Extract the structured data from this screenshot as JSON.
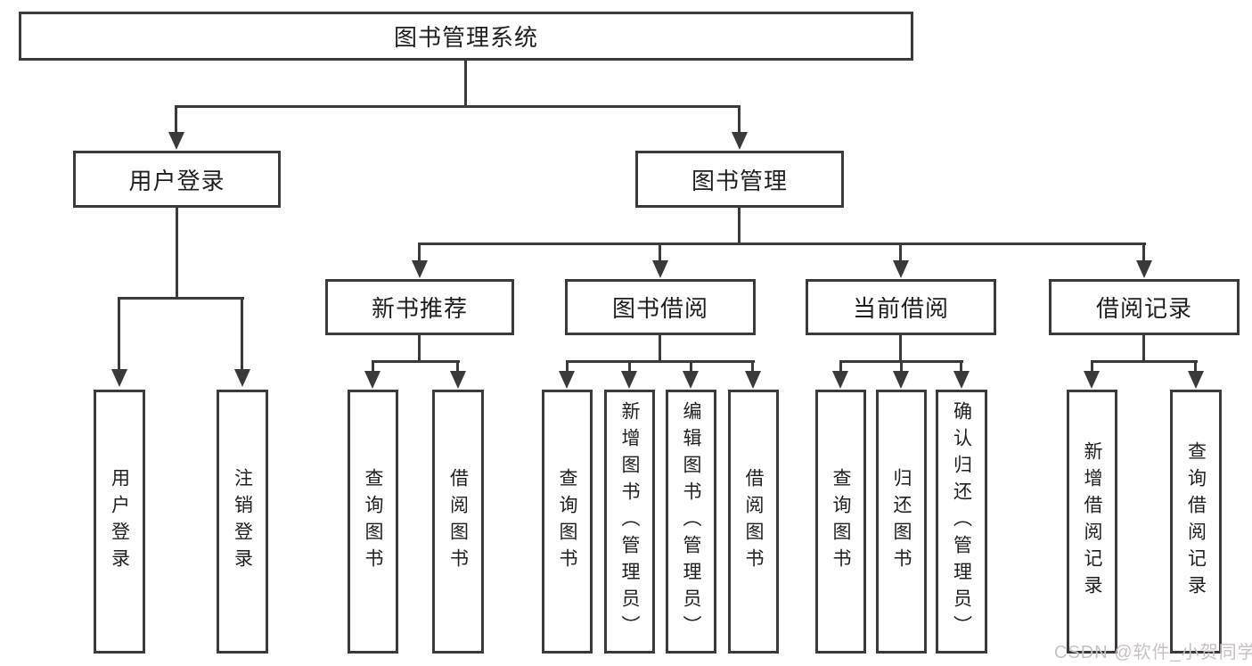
{
  "diagram": {
    "type": "tree",
    "title": "图书管理系统",
    "root": {
      "label": "图书管理系统"
    },
    "level2": [
      {
        "label": "用户登录",
        "parent": "图书管理系统"
      },
      {
        "label": "图书管理",
        "parent": "图书管理系统"
      }
    ],
    "level3": [
      {
        "label": "新书推荐",
        "parent": "图书管理"
      },
      {
        "label": "图书借阅",
        "parent": "图书管理"
      },
      {
        "label": "当前借阅",
        "parent": "图书管理"
      },
      {
        "label": "借阅记录",
        "parent": "图书管理"
      }
    ],
    "leaves": [
      {
        "label": "用户登录",
        "parent": "用户登录"
      },
      {
        "label": "注销登录",
        "parent": "用户登录"
      },
      {
        "label": "查询图书",
        "parent": "新书推荐"
      },
      {
        "label": "借阅图书",
        "parent": "新书推荐"
      },
      {
        "label": "查询图书",
        "parent": "图书借阅"
      },
      {
        "label": "新增图书（管理员）",
        "parent": "图书借阅"
      },
      {
        "label": "编辑图书（管理员）",
        "parent": "图书借阅"
      },
      {
        "label": "借阅图书",
        "parent": "图书借阅"
      },
      {
        "label": "查询图书",
        "parent": "当前借阅"
      },
      {
        "label": "归还图书",
        "parent": "当前借阅"
      },
      {
        "label": "确认归还（管理员）",
        "parent": "当前借阅"
      },
      {
        "label": "新增借阅记录",
        "parent": "借阅记录"
      },
      {
        "label": "查询借阅记录",
        "parent": "借阅记录"
      }
    ]
  },
  "watermark": {
    "text": "CSDN @软件_小贺同学"
  },
  "colors": {
    "line": "#3a3a3a",
    "box_border": "#3a3a3a",
    "text": "#1f1f1f",
    "background": "#ffffff",
    "watermark": "#c8c0c2"
  }
}
